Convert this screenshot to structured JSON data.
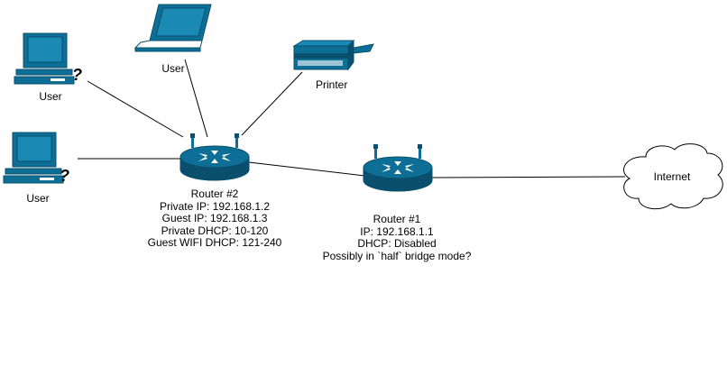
{
  "nodes": {
    "user_top_left": {
      "label": "User",
      "icon": "desktop-computer-icon"
    },
    "user_top": {
      "label": "User",
      "icon": "laptop-icon"
    },
    "printer": {
      "label": "Printer",
      "icon": "printer-icon"
    },
    "user_left": {
      "label": "User",
      "icon": "desktop-computer-icon"
    },
    "router2": {
      "icon": "router-icon",
      "lines": [
        "Router #2",
        "Private IP: 192.168.1.2",
        "Guest IP: 192.168.1.3",
        "Private DHCP: 10-120",
        "Guest WIFI DHCP: 121-240"
      ]
    },
    "router1": {
      "icon": "router-icon",
      "lines": [
        "Router #1",
        "IP: 192.168.1.1",
        "DHCP: Disabled",
        "Possibly in `half` bridge mode?"
      ]
    },
    "internet": {
      "label": "Internet",
      "icon": "cloud-icon"
    }
  },
  "colors": {
    "device": "#0e6f96",
    "device_dark": "#0a4f6d",
    "device_light": "#ffffff",
    "line": "#000000"
  }
}
